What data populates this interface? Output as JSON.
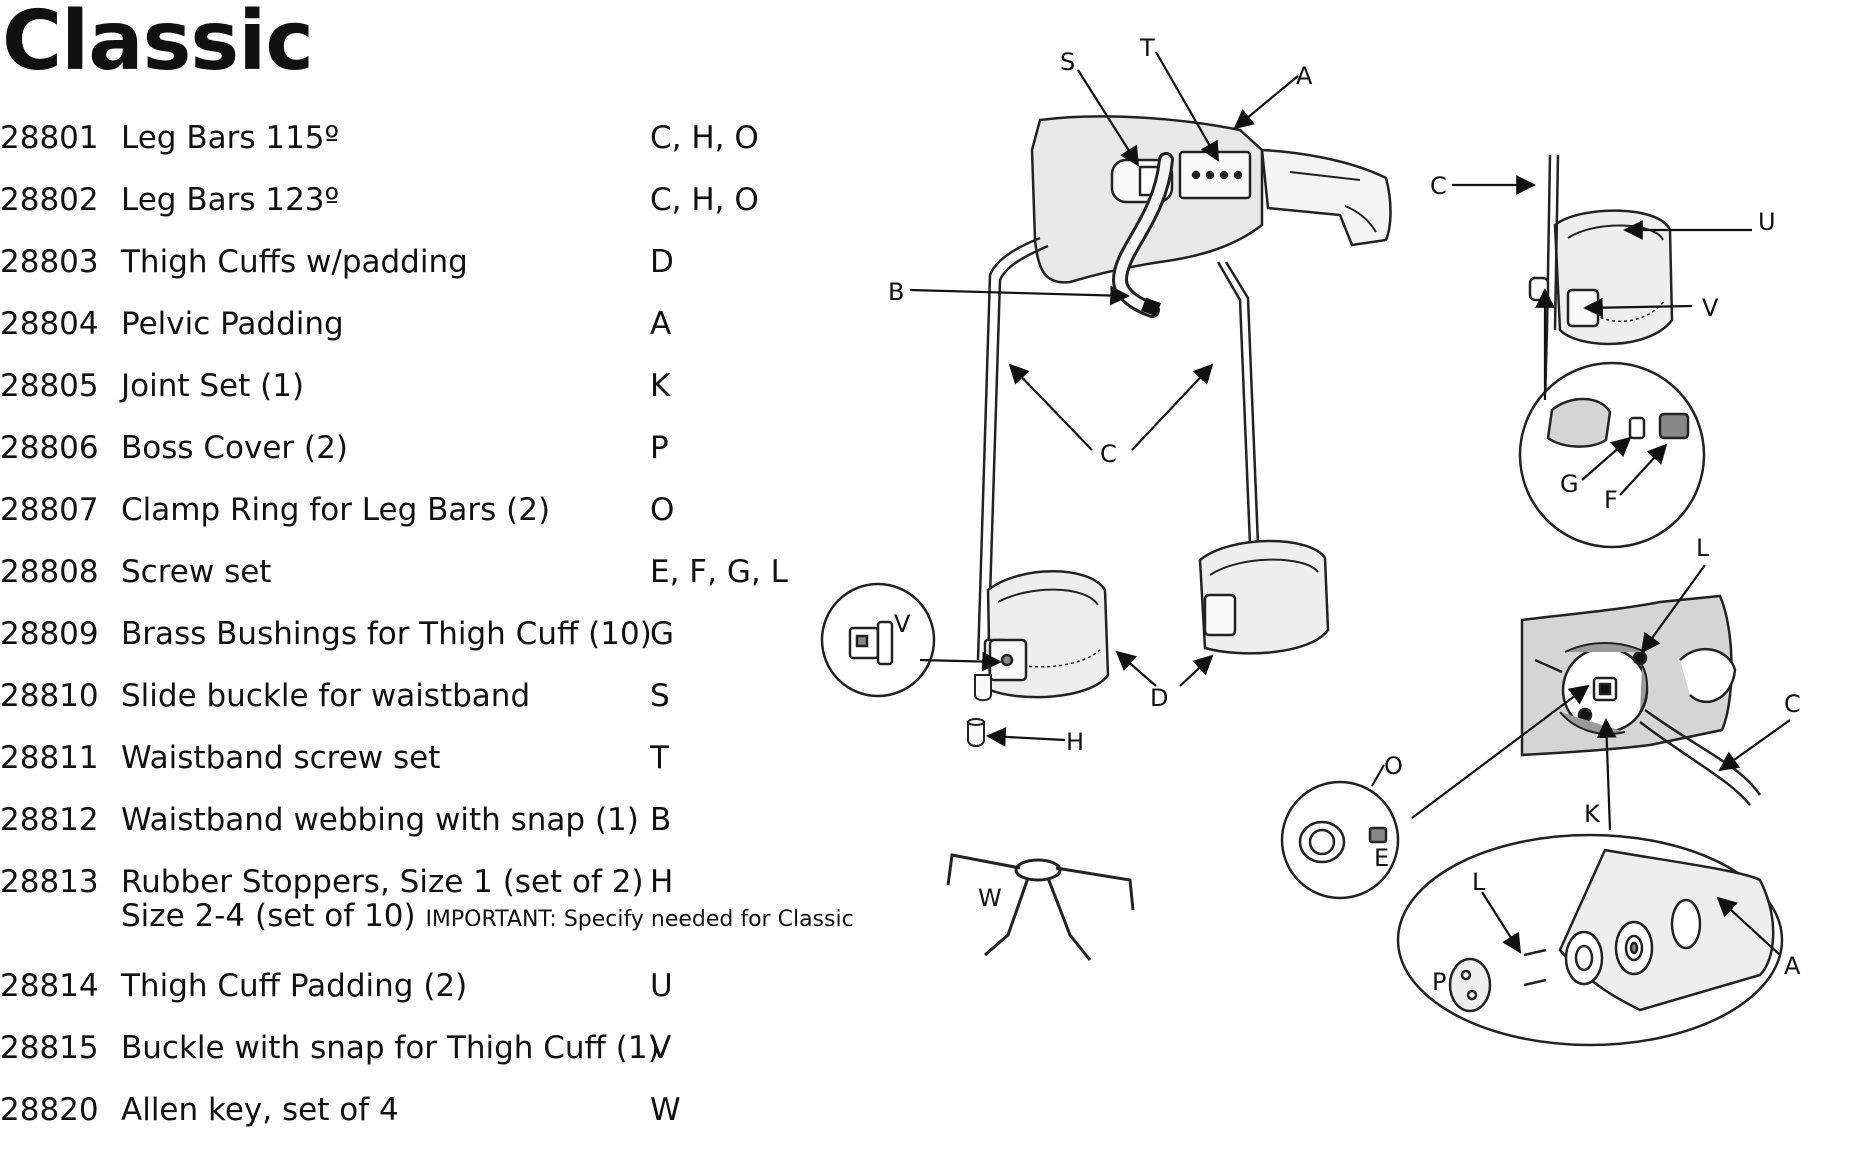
{
  "title": "Classic",
  "parts": [
    {
      "number": "28801",
      "name": "Leg Bars 115º",
      "codes": "C, H, O"
    },
    {
      "number": "28802",
      "name": "Leg Bars 123º",
      "codes": "C, H, O"
    },
    {
      "number": "28803",
      "name": "Thigh Cuffs w/padding",
      "codes": "D"
    },
    {
      "number": "28804",
      "name": "Pelvic Padding",
      "codes": "A"
    },
    {
      "number": "28805",
      "name": "Joint Set (1)",
      "codes": "K"
    },
    {
      "number": "28806",
      "name": "Boss Cover (2)",
      "codes": "P"
    },
    {
      "number": "28807",
      "name": "Clamp Ring for Leg Bars (2)",
      "codes": "O"
    },
    {
      "number": "28808",
      "name": "Screw set",
      "codes": "E, F, G, L"
    },
    {
      "number": "28809",
      "name": "Brass Bushings for Thigh Cuff (10)",
      "codes": "G"
    },
    {
      "number": "28810",
      "name": "Slide buckle for waistband",
      "codes": "S"
    },
    {
      "number": "28811",
      "name": "Waistband screw set",
      "codes": "T"
    },
    {
      "number": "28812",
      "name": "Waistband webbing with snap (1)",
      "codes": "B"
    },
    {
      "number": "28813",
      "name": "Rubber Stoppers, Size 1 (set of 2)",
      "codes": "H",
      "sub": "Size 2-4 (set of 10)",
      "note": "IMPORTANT: Specify needed for Classic"
    },
    {
      "number": "28814",
      "name": "Thigh Cuff Padding (2)",
      "codes": "U"
    },
    {
      "number": "28815",
      "name": "Buckle with snap for Thigh Cuff (1)",
      "codes": "V"
    },
    {
      "number": "28820",
      "name": "Allen key, set of 4",
      "codes": "W"
    }
  ],
  "diagram_labels": {
    "S": "S",
    "T": "T",
    "A": "A",
    "B": "B",
    "C": "C",
    "D": "D",
    "H": "H",
    "V": "V",
    "W": "W",
    "U": "U",
    "G": "G",
    "F": "F",
    "L": "L",
    "O": "O",
    "E": "E",
    "K": "K",
    "P": "P"
  }
}
